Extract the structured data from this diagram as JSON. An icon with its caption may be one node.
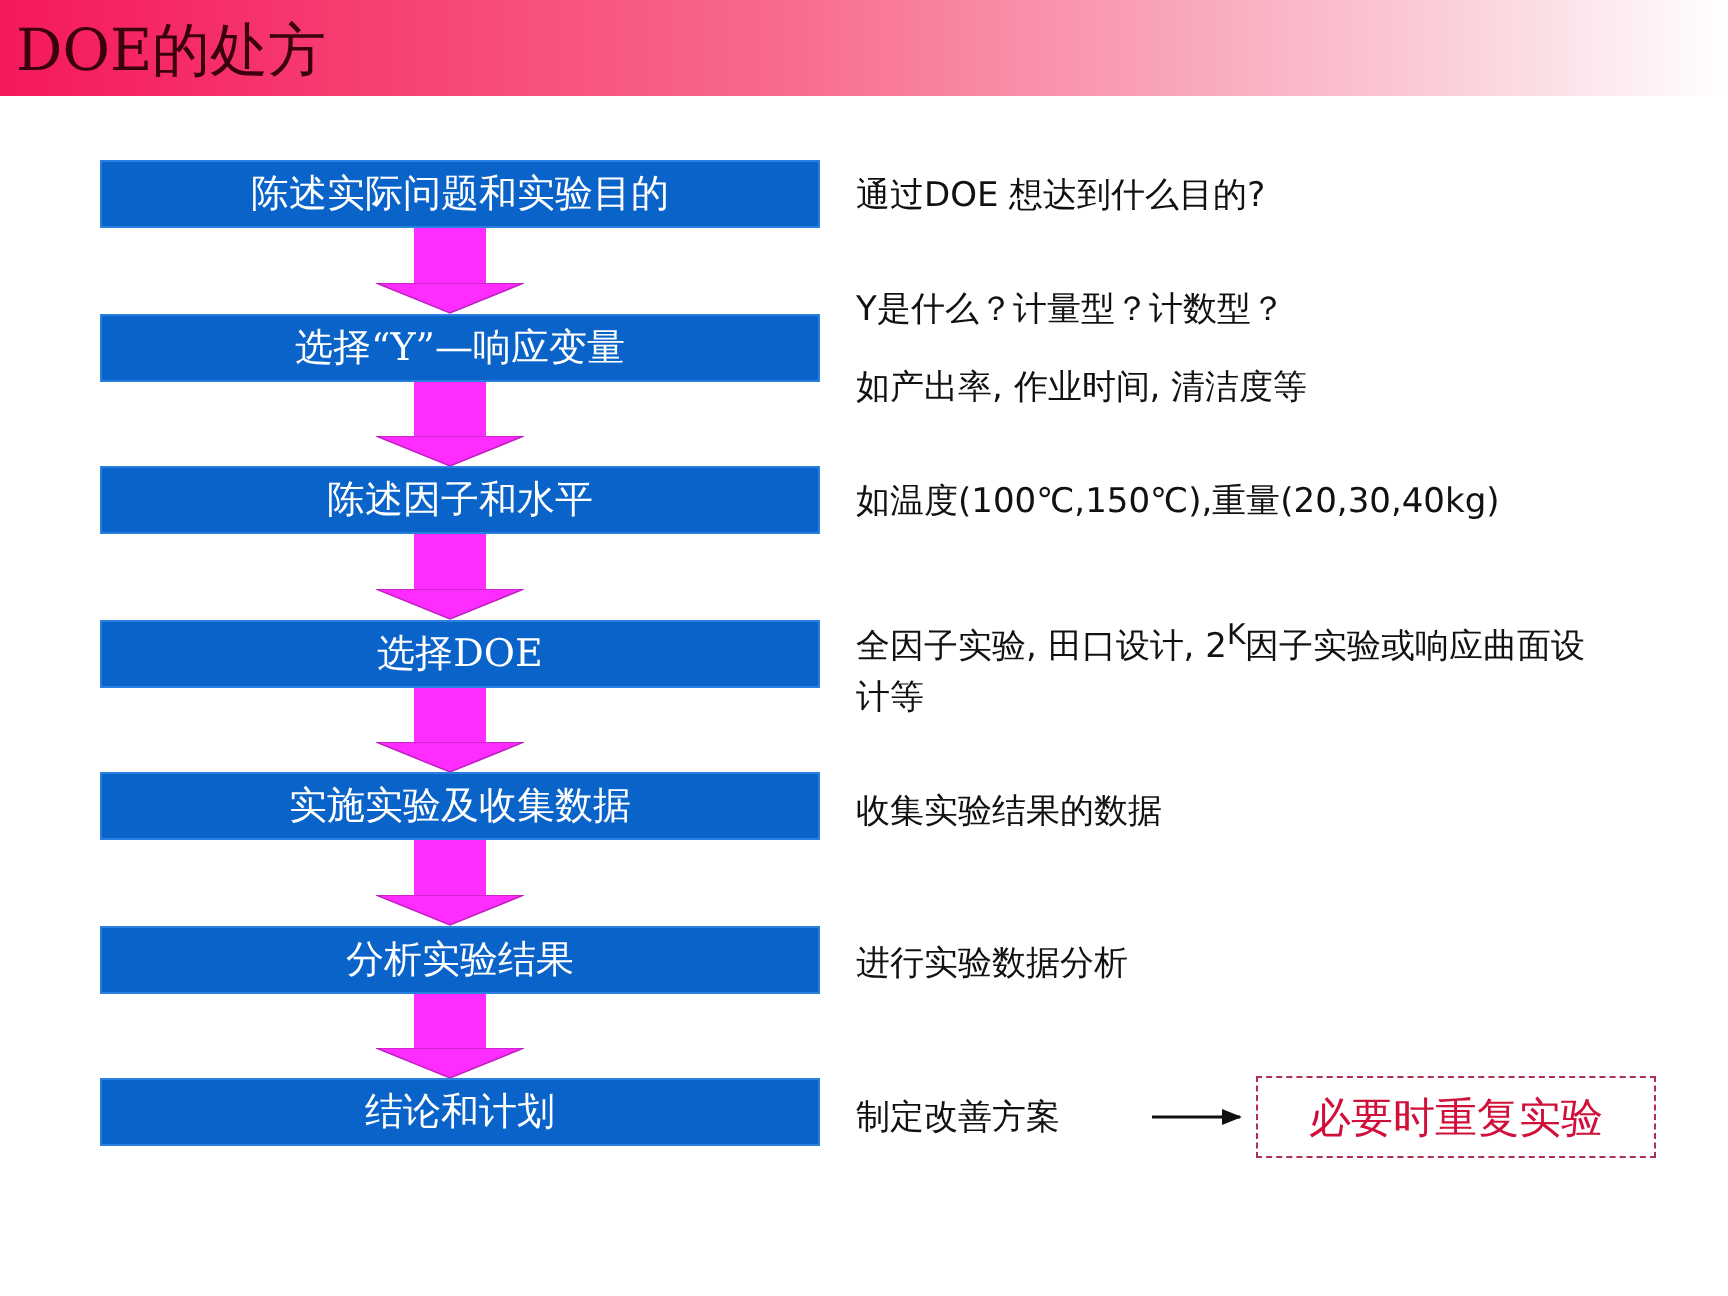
{
  "diagram": {
    "title": "DOE的处方",
    "nodes": [
      {
        "text": [
          "陈述实际问题和实验目的"
        ],
        "beside": [
          "通过DOE 想达到什么目的?"
        ]
      },
      {
        "text": [
          "选择“Y”—响应变量"
        ],
        "beside": [
          "Y是什么？计量型？计数型？",
          "如产出率, 作业时间, 清洁度等"
        ]
      },
      {
        "text": [
          "陈述因子和水平"
        ],
        "beside": [
          "如温度(100℃,150℃),重量(20,30,40kg)"
        ]
      },
      {
        "text": [
          "选择DOE"
        ],
        "beside": [
          "全因子实验, 田口设计, 2$^{K}$因子实验或响应曲面设计等"
        ]
      },
      {
        "text": [
          "实施实验及收集数据"
        ],
        "beside": [
          "收集实验结果的数据"
        ]
      },
      {
        "text": [
          "分析实验结果"
        ],
        "beside": [
          "进行实验数据分析"
        ]
      },
      {
        "text": [
          "结论和计划"
        ]
      },
      {
        "text": [
          "制定改善方案"
        ]
      },
      {
        "text": [
          "必要时重复实验"
        ]
      }
    ],
    "edges": [
      {
        "from": 0,
        "to": 1,
        "arrow": "to"
      },
      {
        "from": 1,
        "to": 2,
        "arrow": "to"
      },
      {
        "from": 2,
        "to": 3,
        "arrow": "to"
      },
      {
        "from": 3,
        "to": 4,
        "arrow": "to"
      },
      {
        "from": 4,
        "to": 5,
        "arrow": "to"
      },
      {
        "from": 5,
        "to": 6,
        "arrow": "to"
      },
      {
        "from": 7,
        "to": 8,
        "arrow": "to",
        "color": "#111111"
      }
    ]
  }
}
